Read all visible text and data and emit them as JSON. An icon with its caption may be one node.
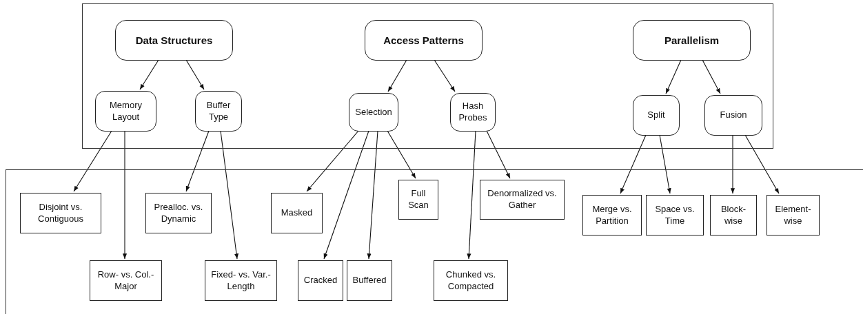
{
  "diagram": {
    "nodes": [
      {
        "text": [],
        "shape": "box"
      },
      {
        "text": [
          "Data Structures"
        ],
        "in": 0
      },
      {
        "text": [
          "Access Patterns"
        ],
        "in": 0
      },
      {
        "text": [
          "Parallelism"
        ],
        "in": 0
      },
      {
        "text": [
          "Memory Layout"
        ],
        "in": 0
      },
      {
        "text": [
          "Buffer Type"
        ],
        "in": 0
      },
      {
        "text": [
          "Selection"
        ],
        "in": 0
      },
      {
        "text": [
          "Hash Probes"
        ],
        "in": 0
      },
      {
        "text": [
          "Split"
        ],
        "in": 0
      },
      {
        "text": [
          "Fusion"
        ],
        "in": 0
      },
      {
        "text": [],
        "shape": "box"
      },
      {
        "text": [
          "Disjoint vs. Contiguous"
        ],
        "in": 10
      },
      {
        "text": [
          "Row- vs. Col.-Major"
        ],
        "in": 10
      },
      {
        "text": [
          "Prealloc. vs. Dynamic"
        ],
        "in": 10
      },
      {
        "text": [
          "Fixed- vs. Var.-Length"
        ],
        "in": 10
      },
      {
        "text": [
          "Masked"
        ],
        "in": 10
      },
      {
        "text": [
          "Cracked"
        ],
        "in": 10
      },
      {
        "text": [
          "Buffered"
        ],
        "in": 10
      },
      {
        "text": [
          "Full Scan"
        ],
        "in": 10
      },
      {
        "text": [
          "Chunked vs. Compacted"
        ],
        "in": 10
      },
      {
        "text": [
          "Denormalized vs. Gather"
        ],
        "in": 10
      },
      {
        "text": [
          "Merge vs. Partition"
        ],
        "in": 10
      },
      {
        "text": [
          "Space vs. Time"
        ],
        "in": 10
      },
      {
        "text": [
          "Block-wise"
        ],
        "in": 10
      },
      {
        "text": [
          "Element-wise"
        ],
        "in": 10
      }
    ],
    "edges": [
      {
        "from": 1,
        "to": 4,
        "arrow": "to"
      },
      {
        "from": 1,
        "to": 5,
        "arrow": "to"
      },
      {
        "from": 2,
        "to": 6,
        "arrow": "to"
      },
      {
        "from": 2,
        "to": 7,
        "arrow": "to"
      },
      {
        "from": 3,
        "to": 8,
        "arrow": "to"
      },
      {
        "from": 3,
        "to": 9,
        "arrow": "to"
      },
      {
        "from": 4,
        "to": 11,
        "arrow": "to"
      },
      {
        "from": 4,
        "to": 12,
        "arrow": "to"
      },
      {
        "from": 5,
        "to": 13,
        "arrow": "to"
      },
      {
        "from": 5,
        "to": 14,
        "arrow": "to"
      },
      {
        "from": 6,
        "to": 15,
        "arrow": "to"
      },
      {
        "from": 6,
        "to": 16,
        "arrow": "to"
      },
      {
        "from": 6,
        "to": 17,
        "arrow": "to"
      },
      {
        "from": 6,
        "to": 18,
        "arrow": "to"
      },
      {
        "from": 7,
        "to": 19,
        "arrow": "to"
      },
      {
        "from": 7,
        "to": 20,
        "arrow": "to"
      },
      {
        "from": 8,
        "to": 21,
        "arrow": "to"
      },
      {
        "from": 8,
        "to": 22,
        "arrow": "to"
      },
      {
        "from": 9,
        "to": 23,
        "arrow": "to"
      },
      {
        "from": 9,
        "to": 24,
        "arrow": "to"
      }
    ]
  }
}
